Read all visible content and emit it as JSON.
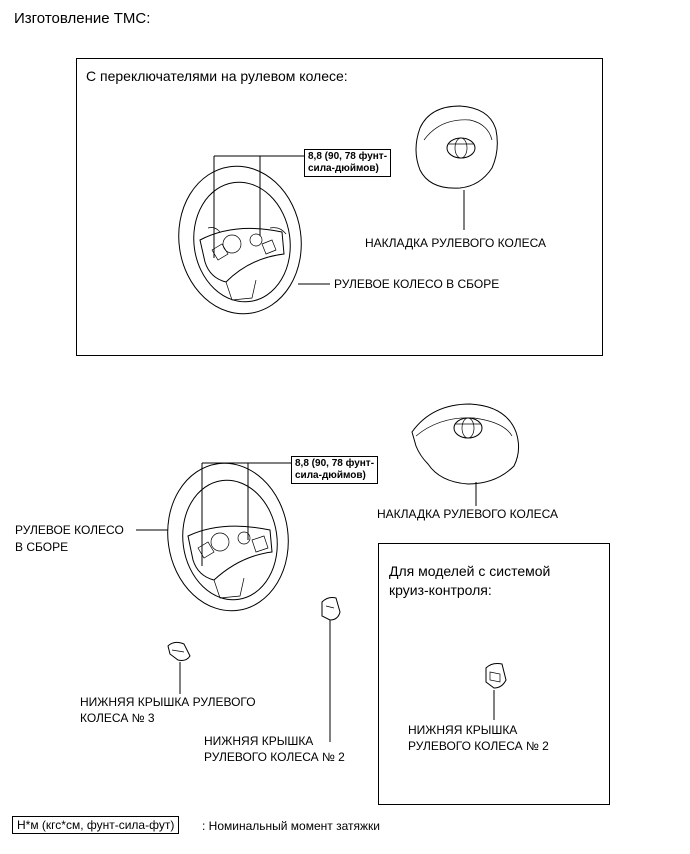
{
  "title": "Изготовление ТМС:",
  "top_panel": {
    "heading": "С переключателями на рулевом колесе:",
    "torque": [
      "8,8 (90, 78 фунт-",
      "сила-дюймов)"
    ],
    "pad_label": "НАКЛАДКА РУЛЕВОГО КОЛЕСА",
    "wheel_label": "РУЛЕВОЕ КОЛЕСО В СБОРЕ"
  },
  "bottom": {
    "torque": [
      "8,8 (90, 78 фунт-",
      "сила-дюймов)"
    ],
    "pad_label": "НАКЛАДКА РУЛЕВОГО КОЛЕСА",
    "wheel_label": [
      "РУЛЕВОЕ КОЛЕСО",
      "В СБОРЕ"
    ],
    "cover3_label": [
      "НИЖНЯЯ КРЫШКА РУЛЕВОГО",
      "КОЛЕСА № 3"
    ],
    "cover2_label": [
      "НИЖНЯЯ КРЫШКА",
      "РУЛЕВОГО КОЛЕСА № 2"
    ]
  },
  "cruise_panel": {
    "heading": [
      "Для моделей с системой",
      "круиз-контроля:"
    ],
    "cover2_label": [
      "НИЖНЯЯ КРЫШКА",
      "РУЛЕВОГО КОЛЕСА № 2"
    ]
  },
  "legend": {
    "box": "Н*м (кгс*см, фунт-сила-фут)",
    "text": ": Номинальный момент затяжки"
  }
}
